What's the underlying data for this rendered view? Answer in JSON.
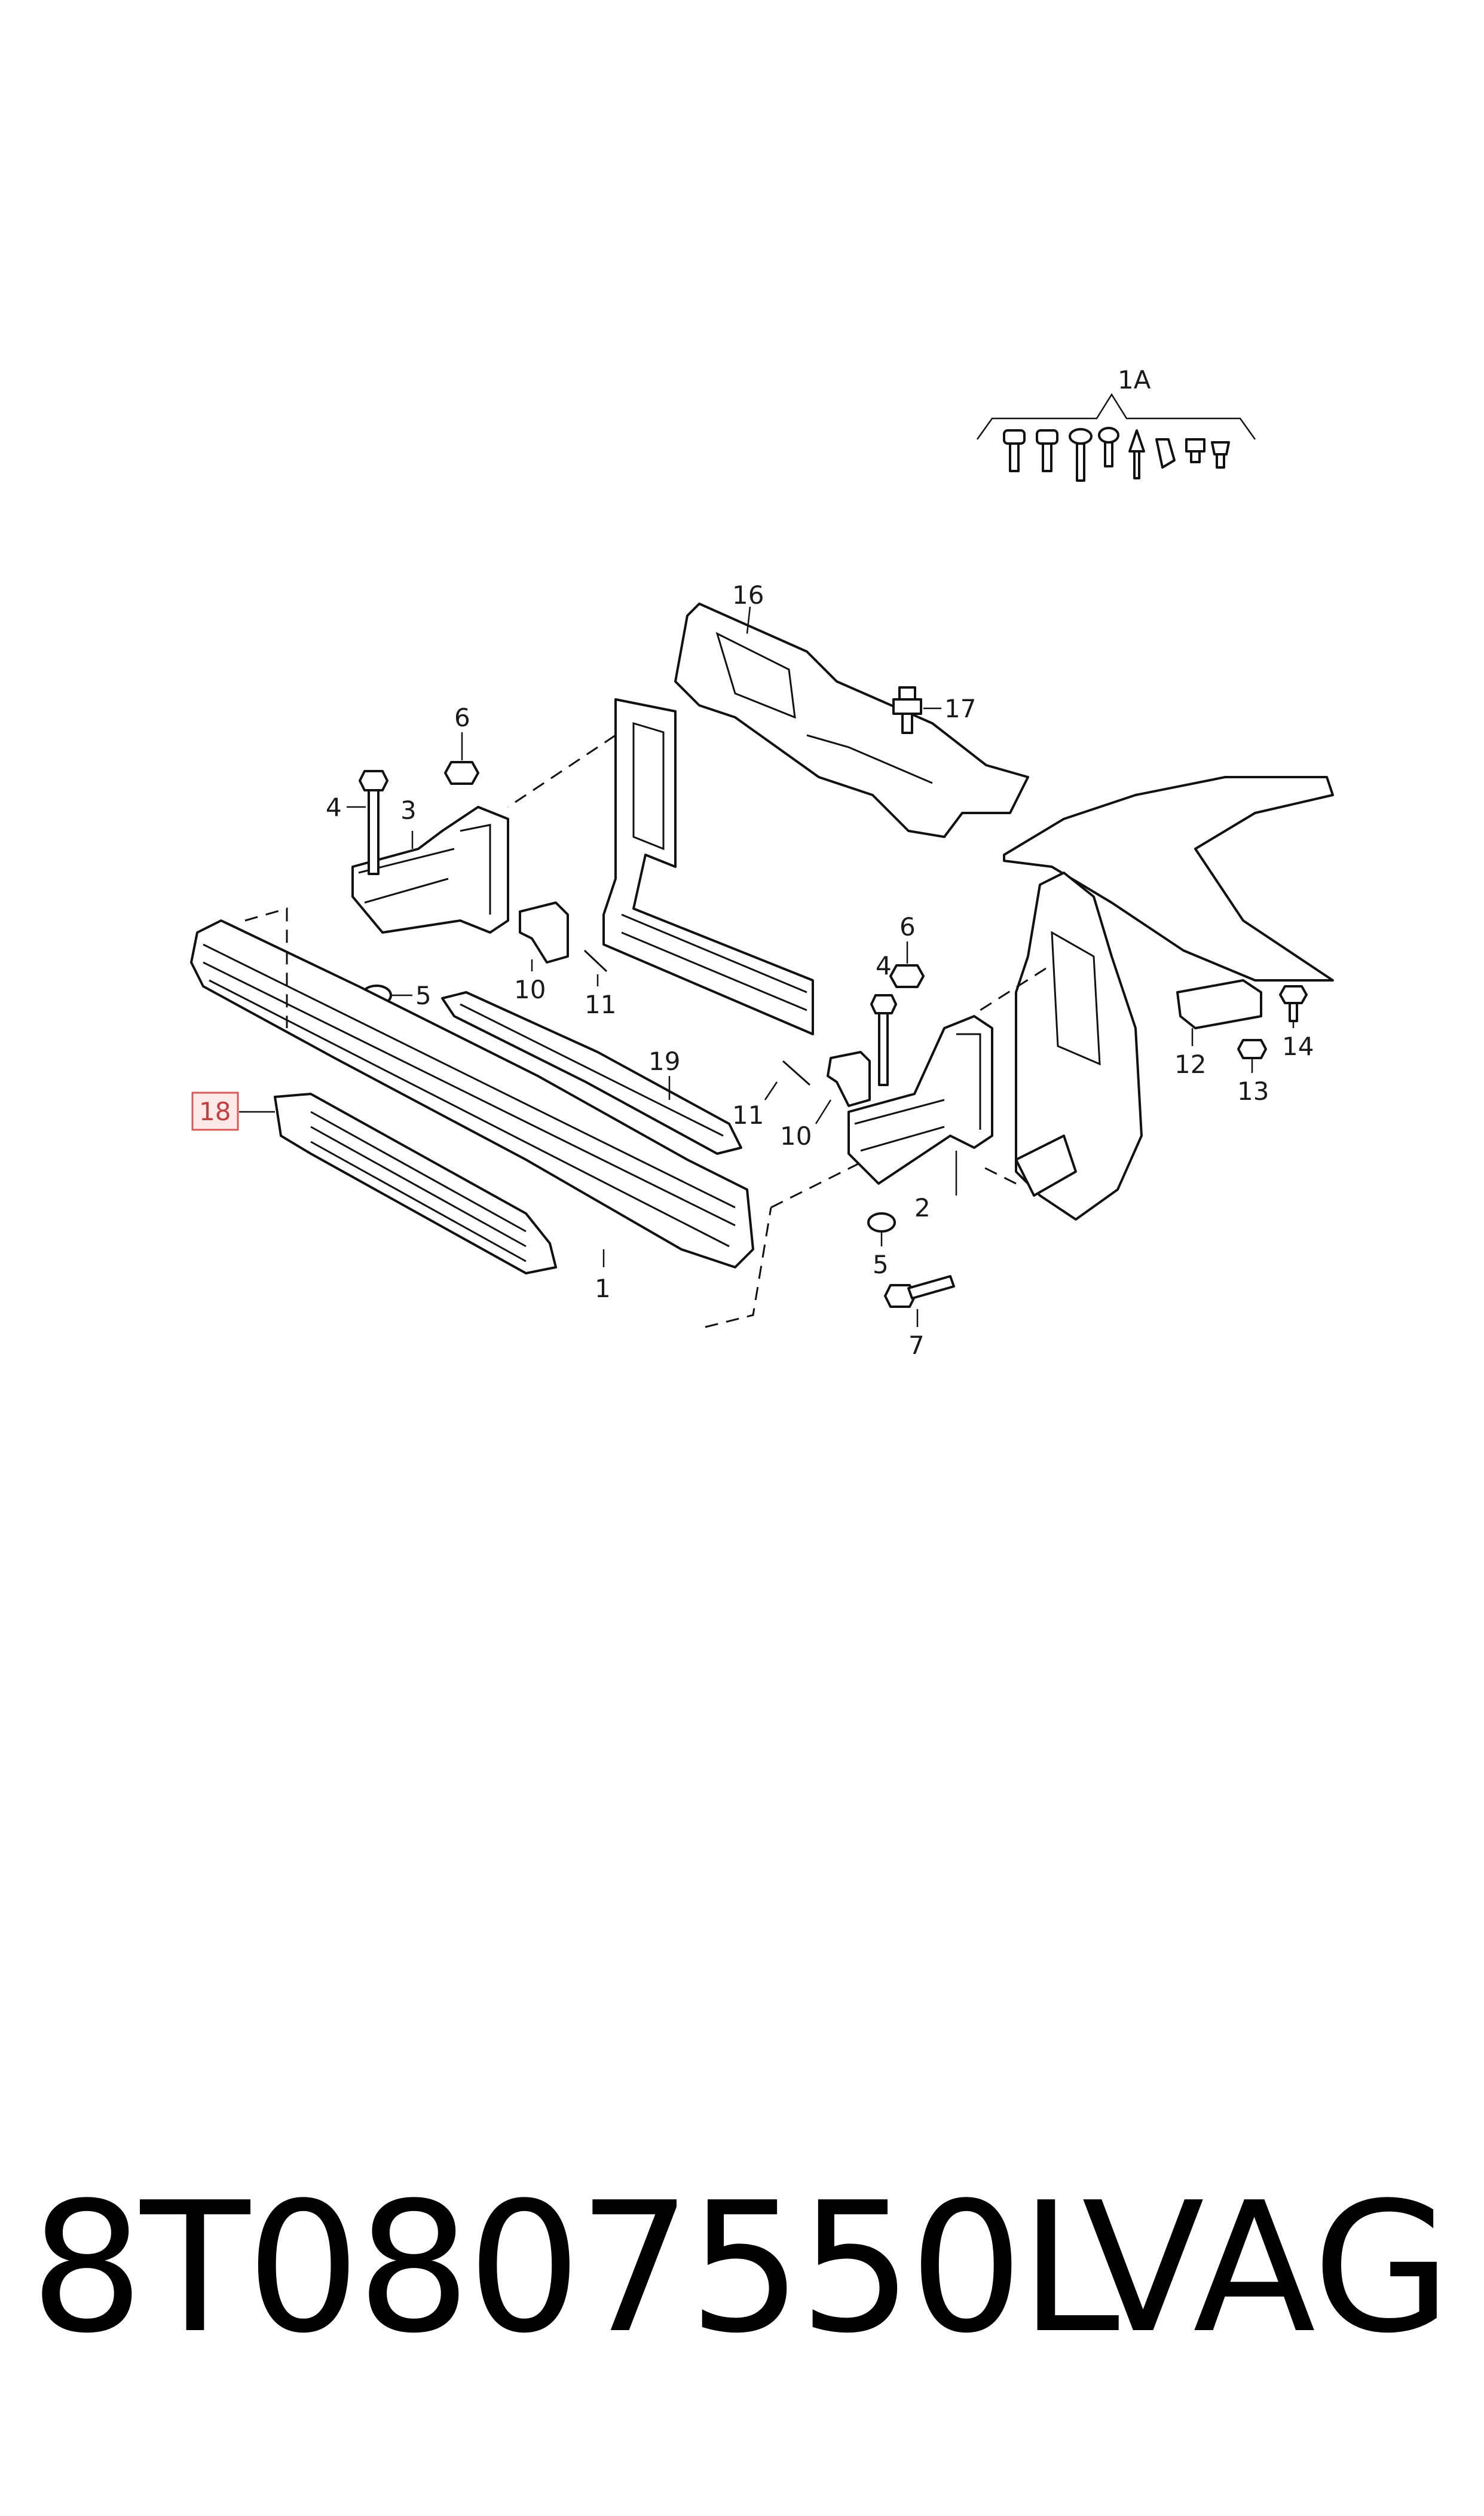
{
  "callouts": {
    "c1": "1",
    "c1A": "1A",
    "c2": "2",
    "c3": "3",
    "c4_left": "4",
    "c4_right": "4",
    "c5_left": "5",
    "c5_right": "5",
    "c6_left": "6",
    "c6_right": "6",
    "c7": "7",
    "c10_left": "10",
    "c10_right": "10",
    "c11_left": "11",
    "c11_right": "11",
    "c12": "12",
    "c13": "13",
    "c14": "14",
    "c16": "16",
    "c17": "17",
    "c18": "18",
    "c19": "19"
  },
  "highlighted_callout": "18",
  "highlight_color": "#d65a5a",
  "footer": {
    "part_number": "8T0807550L",
    "brand": "VAG"
  }
}
